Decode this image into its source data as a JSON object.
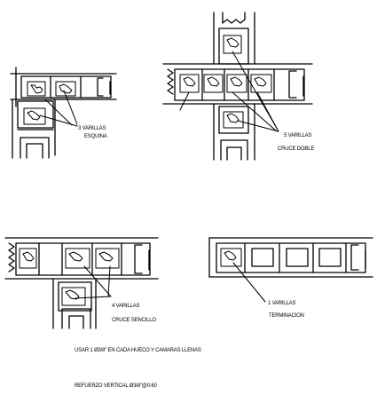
{
  "labels": {
    "esquina": {
      "l1": "3 VARILLAS",
      "l2": "ESQUINA"
    },
    "cruce_doble": {
      "l1": "5 VARILLAS",
      "l2": "CRUCE DOBLE"
    },
    "cruce_sencillo": {
      "l1": "4 VARILLAS",
      "l2": "CRUCE SENCILLO"
    },
    "terminacion": {
      "l1": "1 VARILLAS",
      "l2": "TERMINACION"
    }
  },
  "notes": {
    "fill": "USAR 1 Ø3/8\" EN CADA HUECO Y CAMARAS LLENAS",
    "vertical": "REFUERZO VERTICAL Ø3/8\"@0.60"
  }
}
